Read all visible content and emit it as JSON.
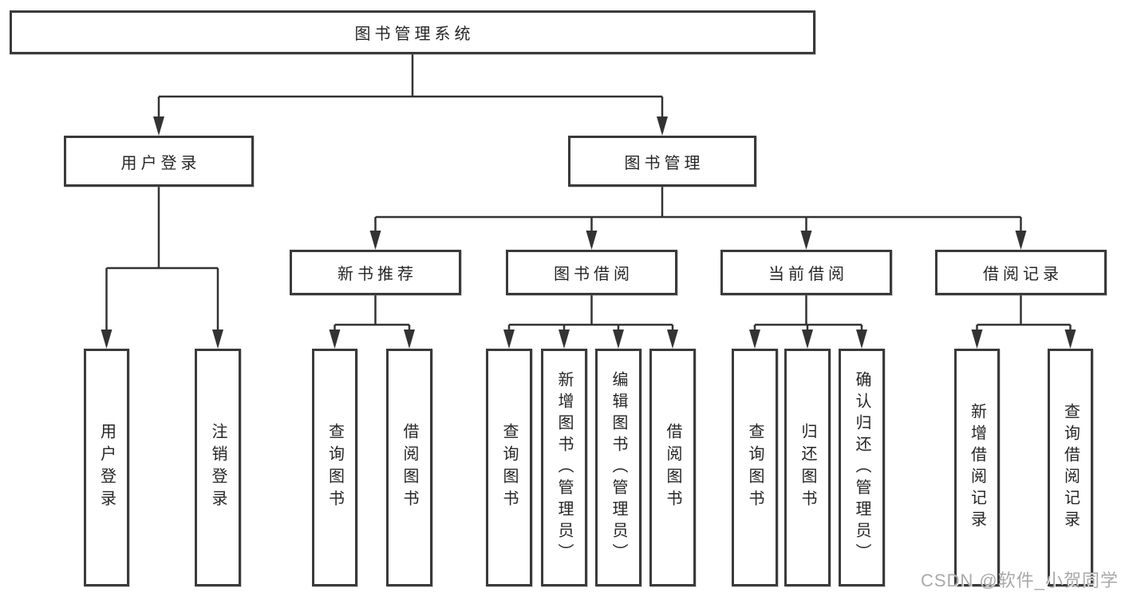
{
  "diagram": {
    "root": {
      "label": "图书管理系统"
    },
    "level2": [
      {
        "label": "用户登录"
      },
      {
        "label": "图书管理"
      }
    ],
    "level3": [
      {
        "label": "新书推荐"
      },
      {
        "label": "图书借阅"
      },
      {
        "label": "当前借阅"
      },
      {
        "label": "借阅记录"
      }
    ],
    "leaves": [
      {
        "label": "用户登录"
      },
      {
        "label": "注销登录"
      },
      {
        "label": "查询图书"
      },
      {
        "label": "借阅图书"
      },
      {
        "label": "查询图书"
      },
      {
        "label": "新增图书（管理员）"
      },
      {
        "label": "编辑图书（管理员）"
      },
      {
        "label": "借阅图书"
      },
      {
        "label": "查询图书"
      },
      {
        "label": "归还图书"
      },
      {
        "label": "确认归还（管理员）"
      },
      {
        "label": "新增借阅记录"
      },
      {
        "label": "查询借阅记录"
      }
    ],
    "watermark": "CSDN @软件_小贺同学",
    "colors": {
      "line": "#333333",
      "box_border": "#3a3a3a",
      "box_fill": "#ffffff",
      "text": "#262626",
      "watermark": "#a9a9a9"
    }
  }
}
